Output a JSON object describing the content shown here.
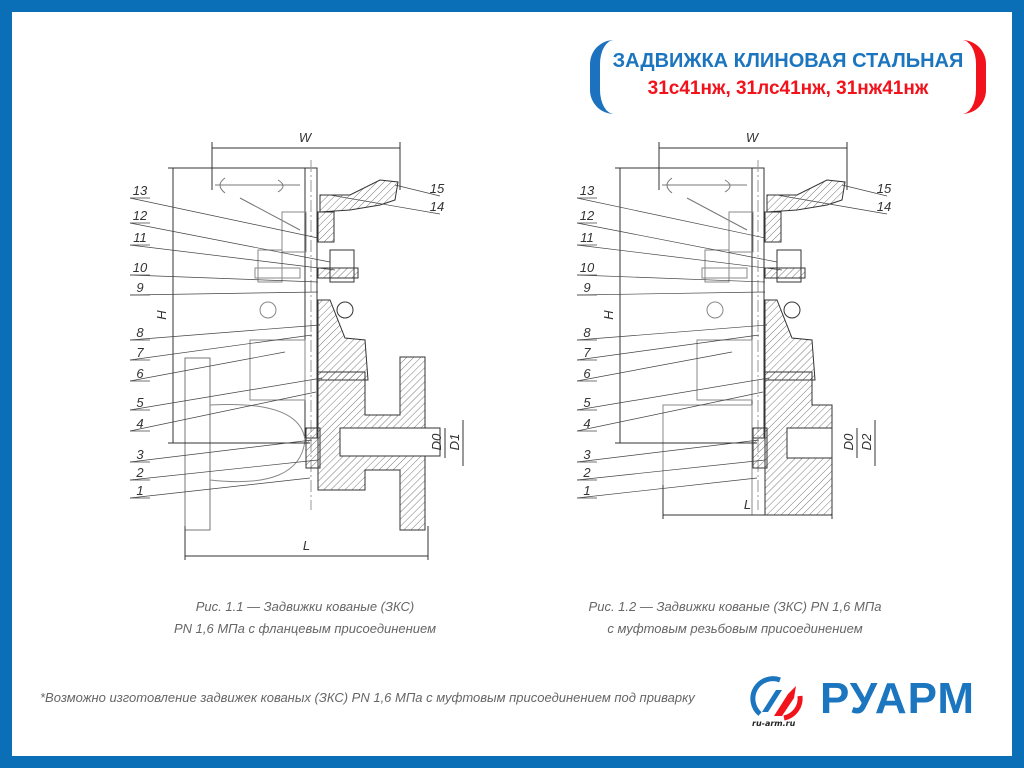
{
  "title": {
    "line1": "ЗАДВИЖКА КЛИНОВАЯ СТАЛЬНАЯ",
    "line2": "31с41нж, 31лс41нж, 31нж41нж"
  },
  "figures": [
    {
      "dims": {
        "w": "W",
        "h": "H",
        "l": "L",
        "d_inner": "D0",
        "d_outer": "D1"
      },
      "callouts_left": [
        "13",
        "12",
        "11",
        "10",
        "9",
        "8",
        "7",
        "6",
        "5",
        "4",
        "3",
        "2",
        "1"
      ],
      "callouts_right": [
        "15",
        "14"
      ],
      "caption": [
        "Рис. 1.1 — Задвижки кованые (ЗКС)",
        "PN 1,6 МПа с фланцевым присоединением"
      ]
    },
    {
      "dims": {
        "w": "W",
        "h": "H",
        "l": "L",
        "d_inner": "D0",
        "d_outer": "D2"
      },
      "callouts_left": [
        "13",
        "12",
        "11",
        "10",
        "9",
        "8",
        "7",
        "6",
        "5",
        "4",
        "3",
        "2",
        "1"
      ],
      "callouts_right": [
        "15",
        "14"
      ],
      "caption": [
        "Рис. 1.2 — Задвижки кованые (ЗКС)  PN 1,6 МПа",
        "с муфтовым резьбовым присоединением"
      ]
    }
  ],
  "note": "*Возможно изготовление задвижек кованых (ЗКС)  PN 1,6 МПа с муфтовым присоединением под приварку",
  "logo": {
    "name": "РУАРМ",
    "url": "ru-arm.ru"
  },
  "colors": {
    "border": "#0b6fb8",
    "brand_blue": "#1b75bf",
    "brand_red": "#f2121b"
  }
}
